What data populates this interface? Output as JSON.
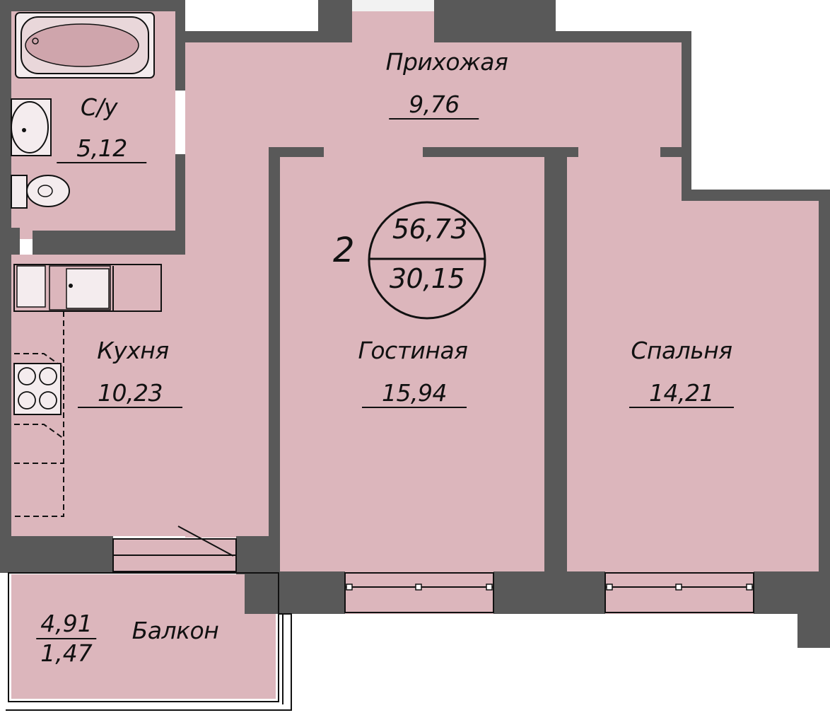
{
  "plan": {
    "type": "apartment-floor-plan",
    "rooms_count": "2",
    "total_area": "56,73",
    "living_area": "30,15",
    "colors": {
      "room_fill": "#dcb6bc",
      "wall": "#595959",
      "line": "#111111"
    }
  },
  "rooms": {
    "hallway": {
      "name": "Прихожая",
      "area": "9,76"
    },
    "bathroom": {
      "name": "С/у",
      "area": "5,12"
    },
    "kitchen": {
      "name": "Кухня",
      "area": "10,23"
    },
    "living": {
      "name": "Гостиная",
      "area": "15,94"
    },
    "bedroom": {
      "name": "Спальня",
      "area": "14,21"
    },
    "balcony": {
      "name": "Балкон",
      "area_total": "4,91",
      "area_reduced": "1,47"
    }
  }
}
